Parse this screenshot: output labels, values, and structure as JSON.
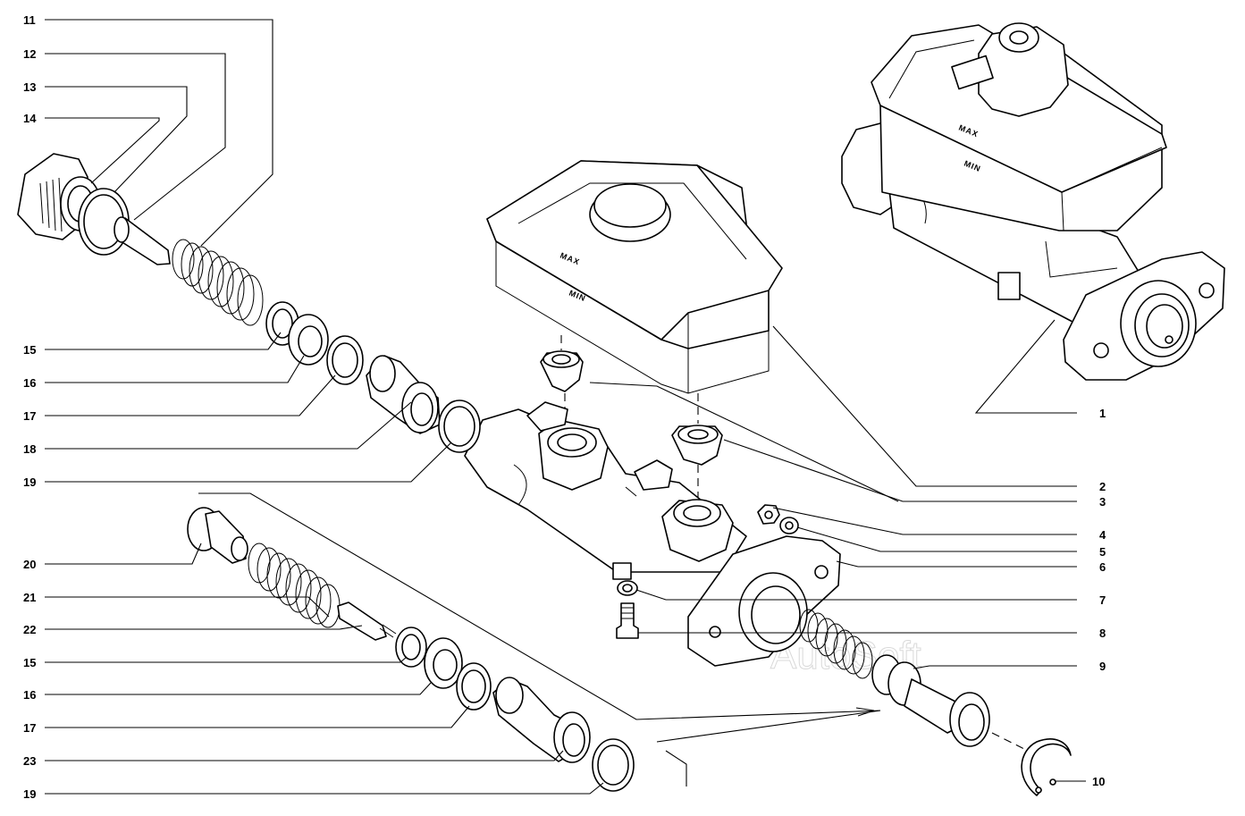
{
  "callouts_left": [
    {
      "id": "11",
      "text": "11"
    },
    {
      "id": "12",
      "text": "12"
    },
    {
      "id": "13",
      "text": "13"
    },
    {
      "id": "14",
      "text": "14"
    },
    {
      "id": "15a",
      "text": "15"
    },
    {
      "id": "16a",
      "text": "16"
    },
    {
      "id": "17a",
      "text": "17"
    },
    {
      "id": "18",
      "text": "18"
    },
    {
      "id": "19a",
      "text": "19"
    },
    {
      "id": "20",
      "text": "20"
    },
    {
      "id": "21",
      "text": "21"
    },
    {
      "id": "22",
      "text": "22"
    },
    {
      "id": "15b",
      "text": "15"
    },
    {
      "id": "16b",
      "text": "16"
    },
    {
      "id": "17b",
      "text": "17"
    },
    {
      "id": "23",
      "text": "23"
    },
    {
      "id": "19b",
      "text": "19"
    }
  ],
  "callouts_right": [
    {
      "id": "1",
      "text": "1"
    },
    {
      "id": "2",
      "text": "2"
    },
    {
      "id": "3",
      "text": "3"
    },
    {
      "id": "4",
      "text": "4"
    },
    {
      "id": "5",
      "text": "5"
    },
    {
      "id": "6",
      "text": "6"
    },
    {
      "id": "7",
      "text": "7"
    },
    {
      "id": "8",
      "text": "8"
    },
    {
      "id": "9",
      "text": "9"
    },
    {
      "id": "10",
      "text": "10"
    }
  ],
  "reservoir_marks": {
    "max": "MAX",
    "min": "MIN"
  },
  "watermark": "AutoSoft"
}
